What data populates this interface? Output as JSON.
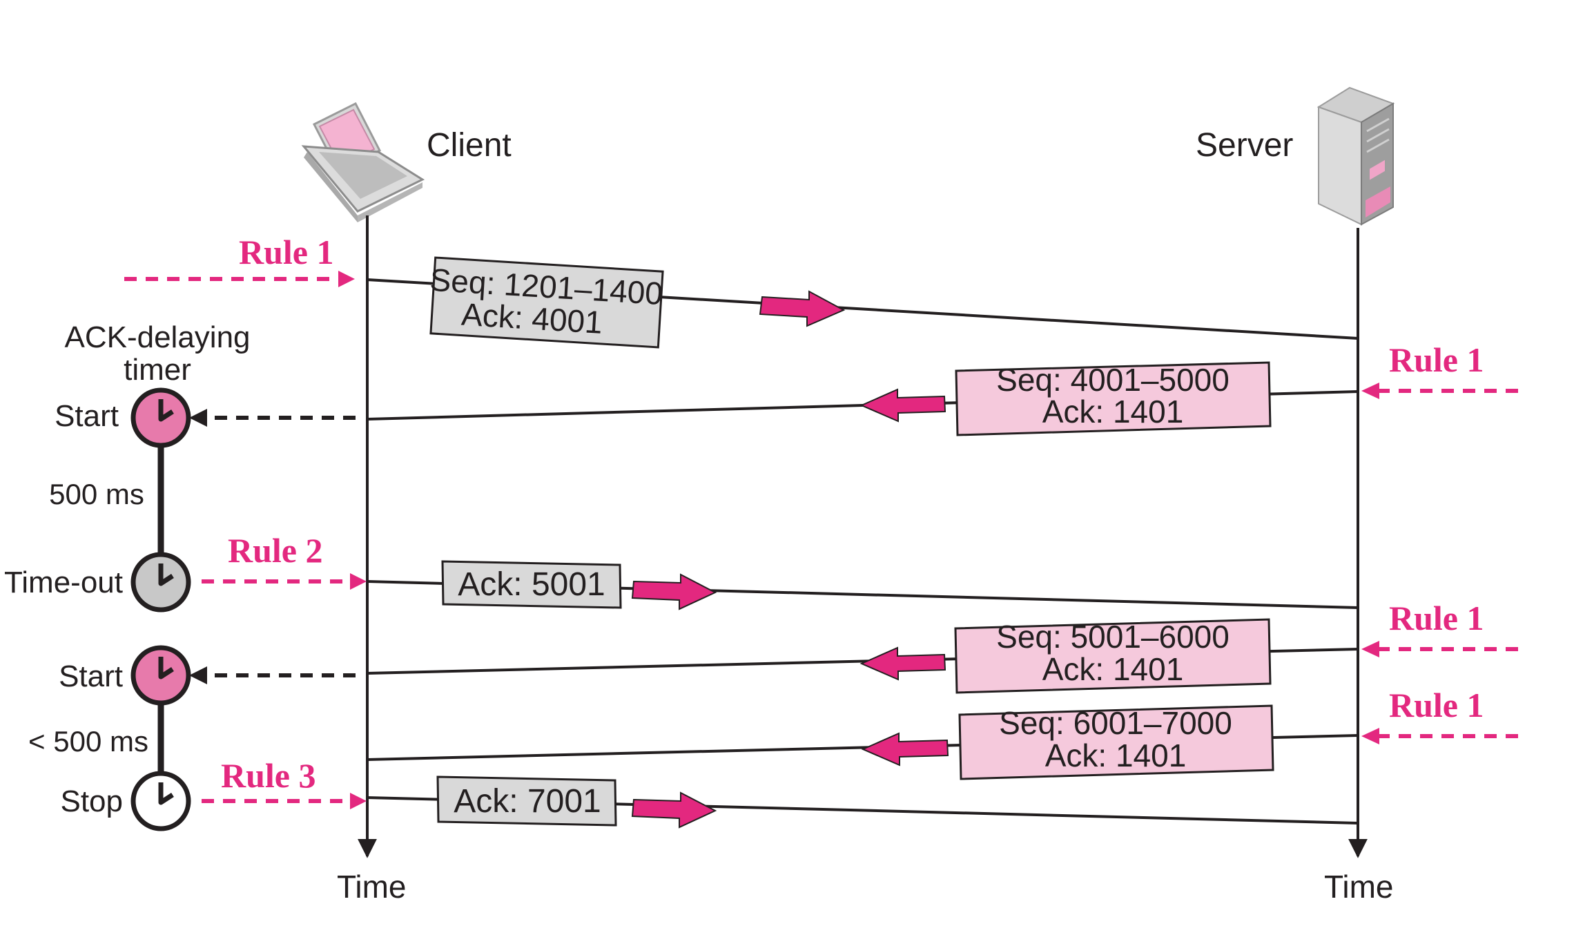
{
  "colors": {
    "accent": "#e3287f",
    "pink_fill": "#f5c9dc",
    "gray_fill": "#d9d9d9",
    "line": "#231f20",
    "clock_pink": "#e77aab",
    "clock_gray": "#c8c8c8",
    "clock_white": "#ffffff"
  },
  "icons": {
    "client": "laptop-icon",
    "server": "server-tower-icon",
    "timer": "clock-icon"
  },
  "hosts": {
    "client": "Client",
    "server": "Server"
  },
  "axes": {
    "client_time": "Time",
    "server_time": "Time"
  },
  "timer": {
    "title_line1": "ACK-delaying",
    "title_line2": "timer",
    "events": [
      {
        "label": "Start",
        "state": "pink"
      },
      {
        "label": "Time-out",
        "state": "gray"
      },
      {
        "label": "Start",
        "state": "pink"
      },
      {
        "label": "Stop",
        "state": "white"
      }
    ],
    "intervals": [
      "500 ms",
      "< 500 ms"
    ]
  },
  "segments": [
    {
      "direction": "client-to-server",
      "line1": "Seq: 1201–1400",
      "line2": "Ack: 4001",
      "rule": "Rule 1"
    },
    {
      "direction": "server-to-client",
      "line1": "Seq: 4001–5000",
      "line2": "Ack: 1401",
      "rule": "Rule 1"
    },
    {
      "direction": "client-to-server",
      "line1": "Ack: 5001",
      "rule": "Rule 2"
    },
    {
      "direction": "server-to-client",
      "line1": "Seq: 5001–6000",
      "line2": "Ack: 1401",
      "rule": "Rule 1"
    },
    {
      "direction": "server-to-client",
      "line1": "Seq: 6001–7000",
      "line2": "Ack: 1401",
      "rule": "Rule 1"
    },
    {
      "direction": "client-to-server",
      "line1": "Ack: 7001",
      "rule": "Rule 3"
    }
  ]
}
